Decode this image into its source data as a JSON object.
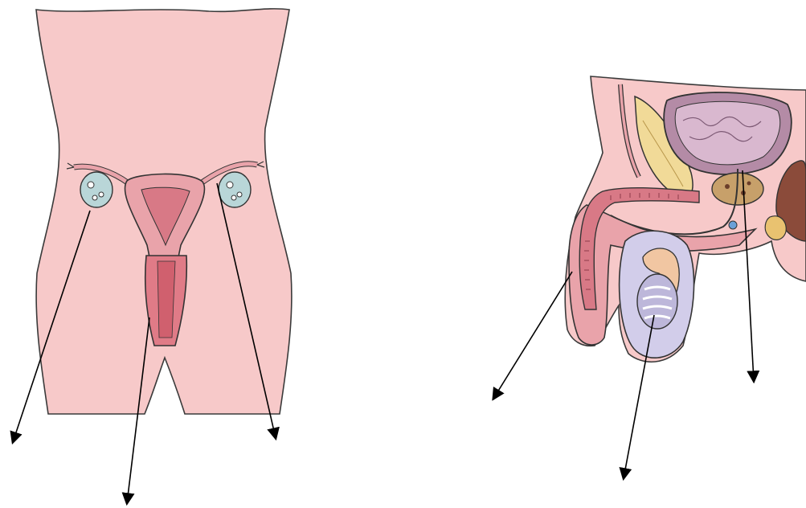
{
  "colors": {
    "background": "#ffffff",
    "body_skin": "#f7c9c9",
    "outline": "#333333",
    "organ_pink": "#e9a3aa",
    "organ_deep": "#d87986",
    "bladder": "#b48ba6",
    "bladder_fill": "#c9a3bd",
    "yellow_gland": "#f1da98",
    "tan": "#e6b98a",
    "lavender": "#c9c4e4",
    "brown": "#8b4b3a",
    "arrow": "#000000"
  },
  "figures": [
    {
      "id": "female",
      "icon": "female-reproductive-system",
      "pointer_arrows": 3,
      "labels": []
    },
    {
      "id": "male",
      "icon": "male-reproductive-system",
      "pointer_arrows": 3,
      "labels": []
    }
  ]
}
